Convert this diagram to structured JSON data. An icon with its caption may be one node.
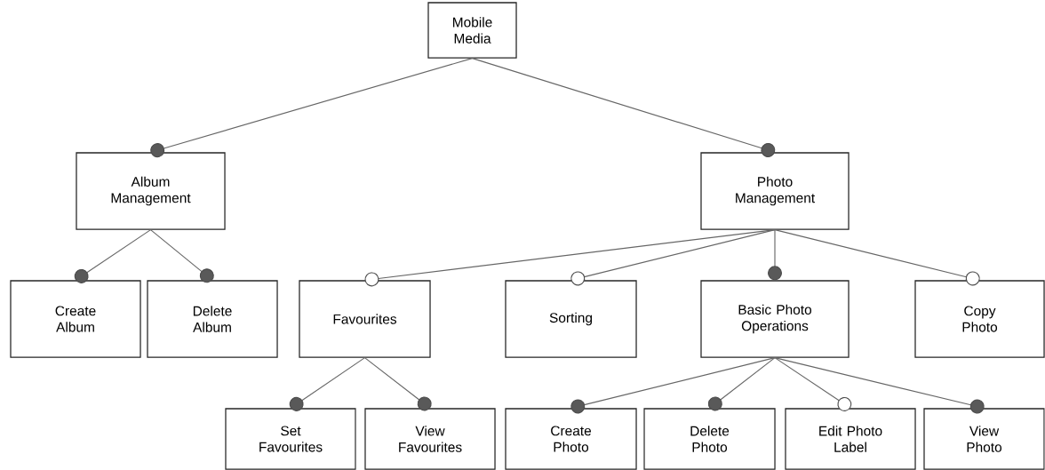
{
  "diagram": {
    "nodes": [
      {
        "text": [
          "Mobile Media"
        ]
      },
      {
        "text": [
          "Album Management"
        ]
      },
      {
        "text": [
          "Photo Management"
        ]
      },
      {
        "text": [
          "Create Album"
        ]
      },
      {
        "text": [
          "Delete Album"
        ]
      },
      {
        "text": [
          "Favourites"
        ]
      },
      {
        "text": [
          "Sorting"
        ]
      },
      {
        "text": [
          "Basic Photo Operations"
        ]
      },
      {
        "text": [
          "Copy Photo"
        ]
      },
      {
        "text": [
          "Set Favourites"
        ]
      },
      {
        "text": [
          "View Favourites"
        ]
      },
      {
        "text": [
          "Create Photo"
        ]
      },
      {
        "text": [
          "Delete Photo"
        ]
      },
      {
        "text": [
          "Edit Photo Label"
        ]
      },
      {
        "text": [
          "View Photo"
        ]
      }
    ],
    "edges": [
      {
        "from": 0,
        "to": 1,
        "arrow": "other"
      },
      {
        "from": 0,
        "to": 2,
        "arrow": "other"
      },
      {
        "from": 1,
        "to": 3,
        "arrow": "other"
      },
      {
        "from": 1,
        "to": 4,
        "arrow": "other"
      },
      {
        "from": 2,
        "to": 5,
        "arrow": "other"
      },
      {
        "from": 2,
        "to": 6,
        "arrow": "other"
      },
      {
        "from": 2,
        "to": 7,
        "arrow": "other"
      },
      {
        "from": 2,
        "to": 8,
        "arrow": "other"
      },
      {
        "from": 5,
        "to": 9,
        "arrow": "other"
      },
      {
        "from": 5,
        "to": 10,
        "arrow": "other"
      },
      {
        "from": 7,
        "to": 11,
        "arrow": "other"
      },
      {
        "from": 7,
        "to": 12,
        "arrow": "other"
      },
      {
        "from": 7,
        "to": 13,
        "arrow": "other"
      },
      {
        "from": 7,
        "to": 14,
        "arrow": "other"
      }
    ]
  }
}
